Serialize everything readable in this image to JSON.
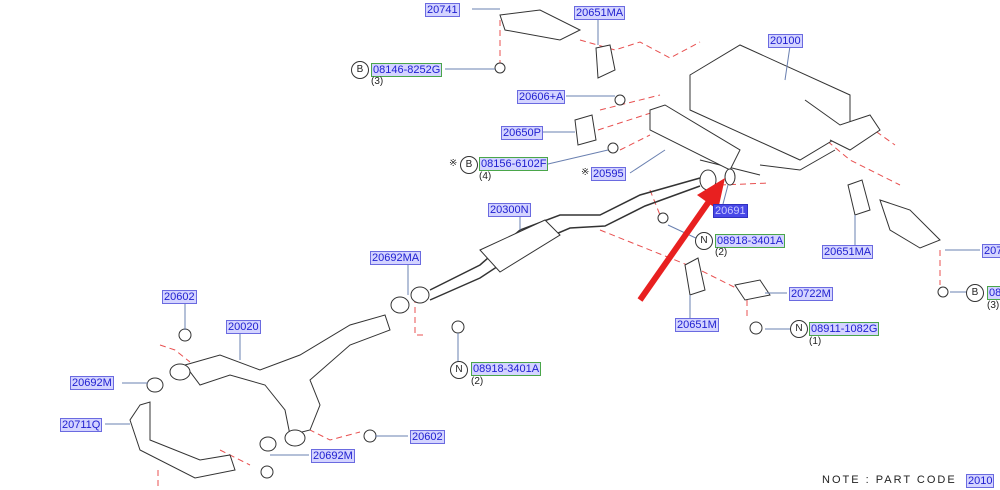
{
  "parts": {
    "p20741": "20741",
    "p20651MA_top": "20651MA",
    "p08146": "08146-8252G",
    "p08146_qty": "(3)",
    "p20100": "20100",
    "p20606A": "20606+A",
    "p20650P": "20650P",
    "p08156": "08156-6102F",
    "p08156_qty": "(4)",
    "p20595": "20595",
    "p20691": "20691",
    "p20300N": "20300N",
    "p08918_right": "08918-3401A",
    "p08918_right_qty": "(2)",
    "p20692MA": "20692MA",
    "p20651MA_right": "20651MA",
    "p207_cut": "207",
    "p08_cut": "08",
    "p08_cut_qty": "(3)",
    "p20722M": "20722M",
    "p20602_top": "20602",
    "p20020": "20020",
    "p20651M": "20651M",
    "p08911": "08911-1082G",
    "p08911_qty": "(1)",
    "p08918_left": "08918-3401A",
    "p08918_left_qty": "(2)",
    "p20692M_left": "20692M",
    "p20711Q": "20711Q",
    "p20602_bottom": "20602",
    "p20692M_bottom": "20692M"
  },
  "symbols": {
    "bolt": "B",
    "nut": "N",
    "asterisk": "※"
  },
  "note": {
    "text": "NOTE : PART CODE",
    "code": "2010"
  },
  "colors": {
    "label_bg": "#d4d4ff",
    "label_text": "#2020d0",
    "highlight": "#4848e8",
    "arrow": "#e82020",
    "dash": "#e85050"
  }
}
